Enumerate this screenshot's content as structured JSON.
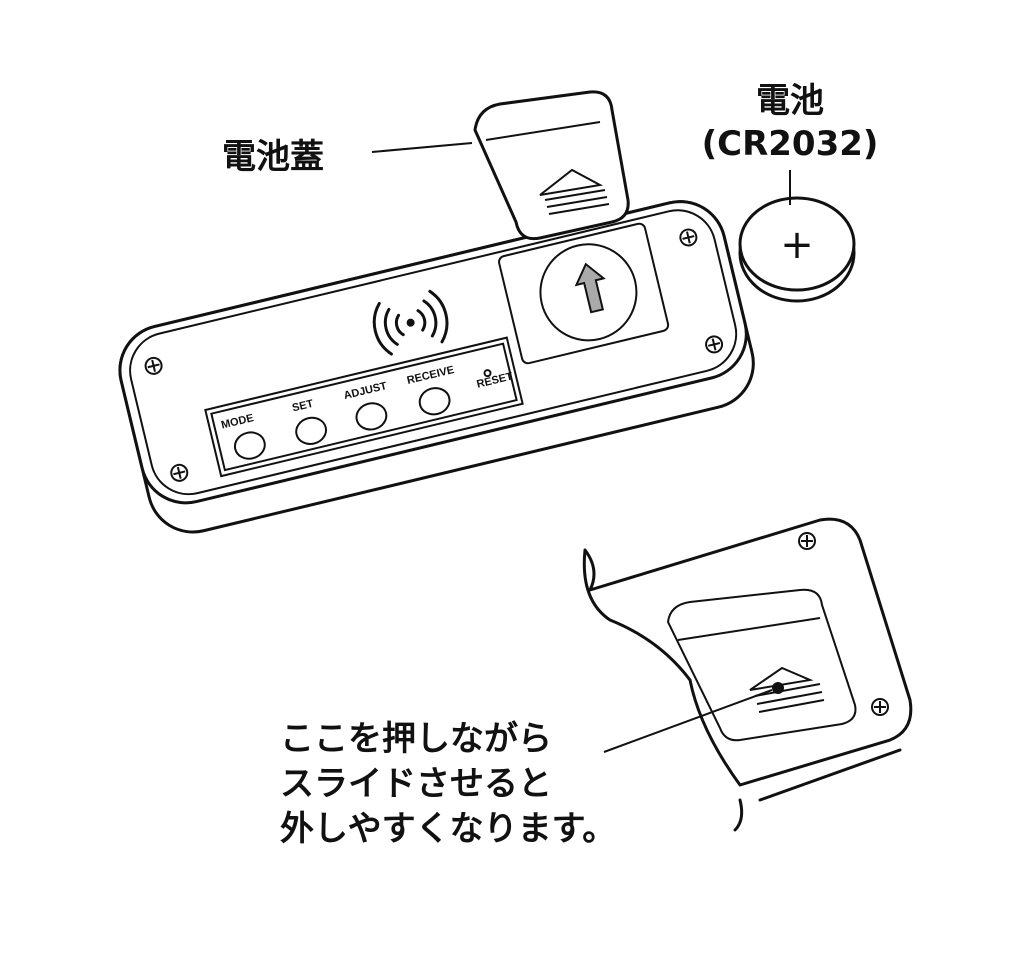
{
  "labels": {
    "battery_cover": "電池蓋",
    "battery_line1": "電池",
    "battery_line2": "(CR2032)",
    "instruction_lines": [
      "ここを押しながら",
      "スライドさせると",
      "外しやすくなります。"
    ]
  },
  "buttons": {
    "mode": "MODE",
    "set": "SET",
    "adjust": "ADJUST",
    "receive": "RECEIVE",
    "reset": "RESET"
  },
  "battery_symbol": "+"
}
